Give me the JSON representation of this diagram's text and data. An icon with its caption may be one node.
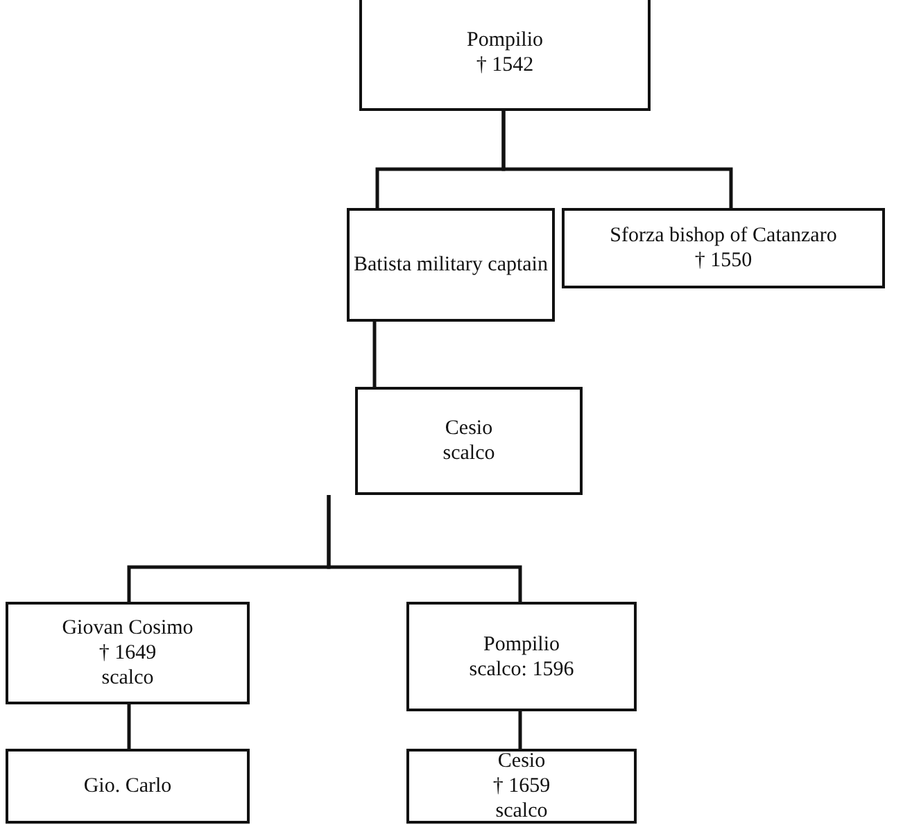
{
  "diagram": {
    "nodes": [
      {
        "text": [
          "Pompilio",
          "† 1542"
        ]
      },
      {
        "text": [
          "Batista military captain"
        ]
      },
      {
        "text": [
          "Sforza bishop of Catanzaro",
          "† 1550"
        ]
      },
      {
        "text": [
          "Cesio",
          "scalco"
        ]
      },
      {
        "text": [
          "Giovan Cosimo",
          "† 1649",
          "scalco"
        ]
      },
      {
        "text": [
          "Pompilio",
          "scalco: 1596"
        ]
      },
      {
        "text": [
          "Gio. Carlo"
        ]
      },
      {
        "text": [
          "Cesio",
          "† 1659",
          "scalco"
        ]
      }
    ],
    "edges": [
      {
        "from": 0,
        "to": 1,
        "arrow": "none"
      },
      {
        "from": 0,
        "to": 2,
        "arrow": "none"
      },
      {
        "from": 1,
        "to": 3,
        "arrow": "none"
      },
      {
        "from": 3,
        "to": 4,
        "arrow": "none"
      },
      {
        "from": 3,
        "to": 5,
        "arrow": "none"
      },
      {
        "from": 4,
        "to": 6,
        "arrow": "none"
      },
      {
        "from": 5,
        "to": 7,
        "arrow": "none"
      }
    ]
  }
}
